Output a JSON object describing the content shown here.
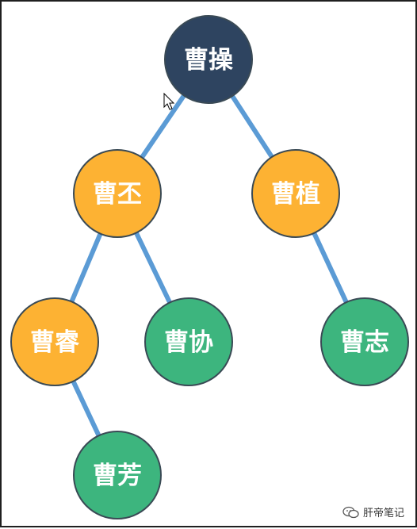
{
  "colors": {
    "root": "#2e4460",
    "orange": "#fdb233",
    "green": "#3db57e",
    "edge": "#5b9bd5"
  },
  "nodes": [
    {
      "id": "caocao",
      "label": "曹操",
      "color": "root"
    },
    {
      "id": "caopi",
      "label": "曹丕",
      "color": "orange"
    },
    {
      "id": "caozhi",
      "label": "曹植",
      "color": "orange"
    },
    {
      "id": "caorui",
      "label": "曹睿",
      "color": "orange"
    },
    {
      "id": "caoxie",
      "label": "曹协",
      "color": "green"
    },
    {
      "id": "caozhi2",
      "label": "曹志",
      "color": "green"
    },
    {
      "id": "caofang",
      "label": "曹芳",
      "color": "green"
    }
  ],
  "edges": [
    [
      "caocao",
      "caopi"
    ],
    [
      "caocao",
      "caozhi"
    ],
    [
      "caopi",
      "caorui"
    ],
    [
      "caopi",
      "caoxie"
    ],
    [
      "caozhi",
      "caozhi2"
    ],
    [
      "caorui",
      "caofang"
    ]
  ],
  "watermark": {
    "text": "肝帝笔记",
    "icon": "wechat-icon"
  }
}
